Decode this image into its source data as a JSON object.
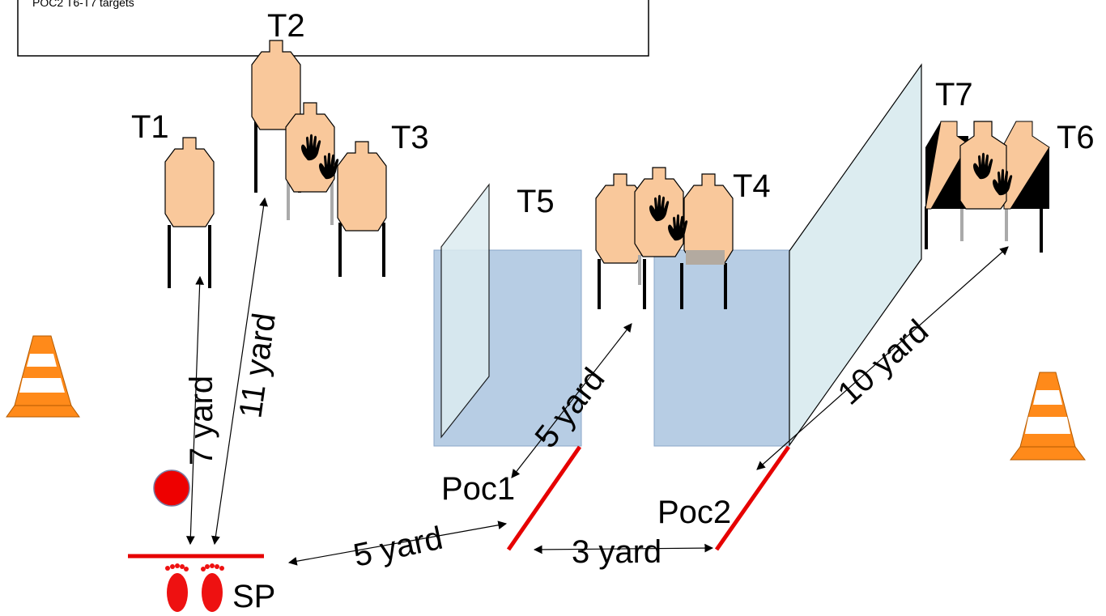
{
  "header_box": {
    "text": "POC2 T6-T7 targets"
  },
  "targets": {
    "t1": "T1",
    "t2": "T2",
    "t3": "T3",
    "t4": "T4",
    "t5": "T5",
    "t6": "T6",
    "t7": "T7"
  },
  "positions": {
    "poc1": "Poc1",
    "poc2": "Poc2",
    "start": "SP"
  },
  "distances": {
    "sp_t1": "7 yard",
    "sp_t2": "11 yard",
    "poc1_t4": "5 yard",
    "sp_poc1": "5 yard",
    "poc1_poc2": "3 yard",
    "poc2_t6": "10 yard"
  },
  "colors": {
    "target_fill": "#f9c89b",
    "fault_line": "#e60000",
    "wall_fill": "#b7cde4",
    "panel_fill": "#dcecf0",
    "cone_orange": "#ff8a1a",
    "no_shoot_hand": "#000000"
  },
  "icons": [
    "traffic-cone-icon",
    "footprints-icon",
    "no-shoot-hand-icon",
    "red-dot-icon"
  ]
}
